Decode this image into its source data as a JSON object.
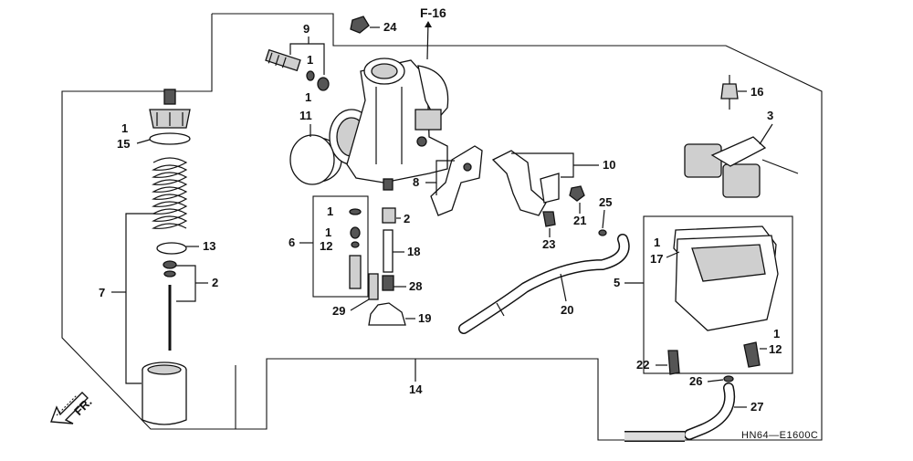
{
  "diagram": {
    "reference": "F-16",
    "front_marker": "FR.",
    "code": "HN64—E1600C",
    "callouts": {
      "c1_15": "1",
      "c15": "15",
      "c13": "13",
      "c2_left": "2",
      "c7": "7",
      "c9": "9",
      "c1_9": "1",
      "c1_11": "1",
      "c11": "11",
      "c24": "24",
      "c6": "6",
      "c1_6a": "1",
      "c1_6b": "1",
      "c12_left": "12",
      "c2_mid": "2",
      "c18": "18",
      "c28": "28",
      "c29": "29",
      "c19": "19",
      "c14": "14",
      "c8": "8",
      "c10": "10",
      "c21": "21",
      "c23": "23",
      "c25": "25",
      "c20": "20",
      "c16": "16",
      "c3": "3",
      "c5": "5",
      "c1_17": "1",
      "c17": "17",
      "c1_12": "1",
      "c12_right": "12",
      "c22": "22",
      "c26": "26",
      "c27": "27"
    }
  }
}
